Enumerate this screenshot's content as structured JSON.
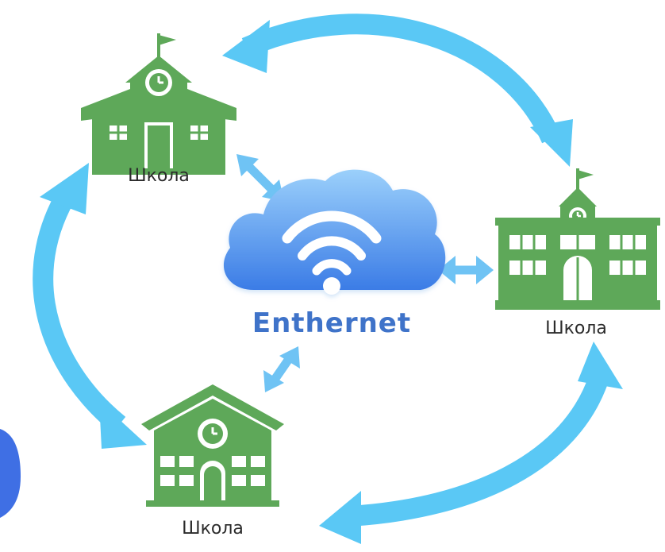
{
  "hub": {
    "label": "Enthernet",
    "icon": "cloud-wifi-icon"
  },
  "schools": [
    {
      "label": "Школа",
      "icon": "school-building-icon"
    },
    {
      "label": "Школа",
      "icon": "school-building-icon"
    },
    {
      "label": "Школа",
      "icon": "school-building-icon"
    }
  ],
  "colors": {
    "school_green": "#5ea859",
    "arrow_blue": "#5ac8f5",
    "cloud_top": "#8ecbfa",
    "cloud_bottom": "#3e7fe6",
    "label_blue": "#3f73c9"
  }
}
